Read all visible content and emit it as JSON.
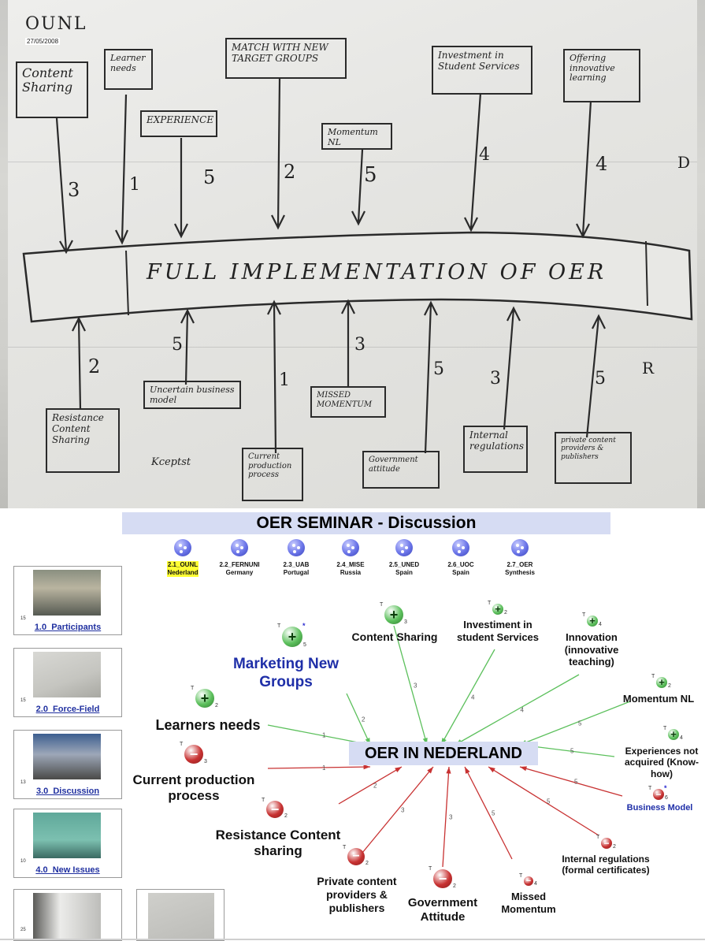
{
  "photo": {
    "header": "OUNL",
    "date": "27/05/2008",
    "bar_text": "FULL IMPLEMENTATION OF OER",
    "driving_forces": [
      {
        "text": "Content Sharing",
        "weight": "3"
      },
      {
        "text": "Learner needs",
        "weight": "1"
      },
      {
        "text": "EXPERIENCE",
        "weight": "5"
      },
      {
        "text": "MATCH WITH NEW TARGET GROUPS",
        "weight": "2"
      },
      {
        "text": "Momentum NL",
        "weight": "5"
      },
      {
        "text": "Investment in Student Services",
        "weight": "4"
      },
      {
        "text": "Offering innovative learning",
        "weight": "4"
      }
    ],
    "restraining_forces": [
      {
        "text": "Resistance Content Sharing",
        "weight": "2"
      },
      {
        "text": "Uncertain business model",
        "weight": "5"
      },
      {
        "text": "Current production process",
        "weight": "1"
      },
      {
        "text": "MISSED MOMENTUM",
        "weight": "3"
      },
      {
        "text": "Government attitude",
        "weight": "5"
      },
      {
        "text": "Internal regulations",
        "weight": "3"
      },
      {
        "text": "private content providers & publishers",
        "weight": "5"
      }
    ],
    "side_marks": {
      "d": "D",
      "r": "R"
    },
    "signature": "Kceptst"
  },
  "panel": {
    "title": "OER SEMINAR - Discussion",
    "tabs": [
      {
        "code": "2.1_OUNL",
        "name": "Nederland",
        "active": true
      },
      {
        "code": "2.2_FERNUNI",
        "name": "Germany"
      },
      {
        "code": "2.3_UAB",
        "name": "Portugal"
      },
      {
        "code": "2.4_MISE",
        "name": "Russia"
      },
      {
        "code": "2.5_UNED",
        "name": "Spain"
      },
      {
        "code": "2.6_UOC",
        "name": "Spain"
      },
      {
        "code": "2.7_OER",
        "name": "Synthesis"
      }
    ],
    "thumbnails": [
      {
        "num": "15",
        "caption": "1.0_Participants"
      },
      {
        "num": "15",
        "caption": "2.0_Force-Field"
      },
      {
        "num": "13",
        "caption": "3.0_Discussion"
      },
      {
        "num": "10",
        "caption": "4.0_New Issues"
      },
      {
        "num": "25",
        "caption": ""
      }
    ],
    "center": "OER IN NEDERLAND",
    "pro_nodes": [
      {
        "label": "Content Sharing",
        "count": "3",
        "weight": "3"
      },
      {
        "label": "Investiment in student Services",
        "count": "2",
        "weight": "4"
      },
      {
        "label": "Innovation (innovative teaching)",
        "count": "4",
        "weight": "4"
      },
      {
        "label": "Momentum NL",
        "count": "2",
        "weight": "5"
      },
      {
        "label": "Experiences not acquired (Know-how)",
        "count": "4",
        "weight": "5"
      },
      {
        "label": "Marketing New Groups",
        "count": "5",
        "weight": "2"
      },
      {
        "label": "Learners needs",
        "count": "2",
        "weight": "1"
      }
    ],
    "con_nodes": [
      {
        "label": "Current production process",
        "count": "3",
        "weight": "1"
      },
      {
        "label": "Resistance Content sharing",
        "count": "2",
        "weight": "2"
      },
      {
        "label": "Private content providers & publishers",
        "count": "2",
        "weight": "3"
      },
      {
        "label": "Government Attitude",
        "count": "2",
        "weight": "3"
      },
      {
        "label": "Missed Momentum",
        "count": "4",
        "weight": "5"
      },
      {
        "label": "Internal regulations (formal certificates)",
        "count": "2",
        "weight": "5"
      },
      {
        "label": "Business Model",
        "count": "6",
        "weight": "5"
      }
    ],
    "t_marker": "T",
    "star": "*",
    "pro_color": "#5cc05c",
    "con_color": "#c83232"
  }
}
